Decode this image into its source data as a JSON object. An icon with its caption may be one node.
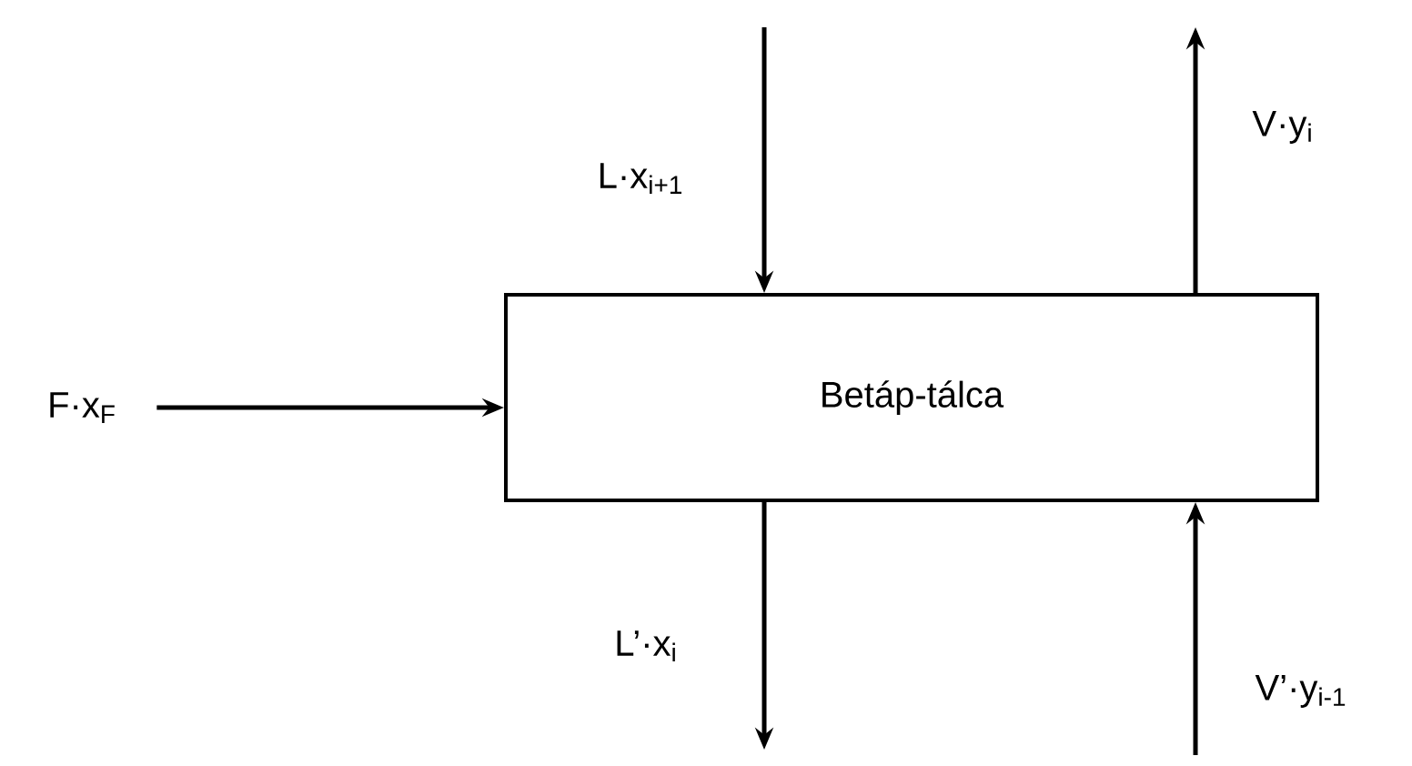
{
  "diagram": {
    "nodes": [
      {
        "text": [
          "Betáp-tálca"
        ]
      },
      {
        "text": [
          "F·x$_{F}$"
        ]
      }
    ],
    "edges": [
      {
        "from": 1,
        "to": 0,
        "arrow": "to"
      },
      {
        "from": null,
        "to": 0,
        "arrow": "to",
        "label": "L·x$_{i+1}$"
      },
      {
        "from": 0,
        "to": null,
        "arrow": "to",
        "label": "V·y$_{i}$"
      },
      {
        "from": 0,
        "to": null,
        "arrow": "to",
        "label": "L’·x$_{i}$"
      },
      {
        "from": null,
        "to": 0,
        "arrow": "to",
        "label": "V’·y$_{i-1}$"
      }
    ]
  }
}
